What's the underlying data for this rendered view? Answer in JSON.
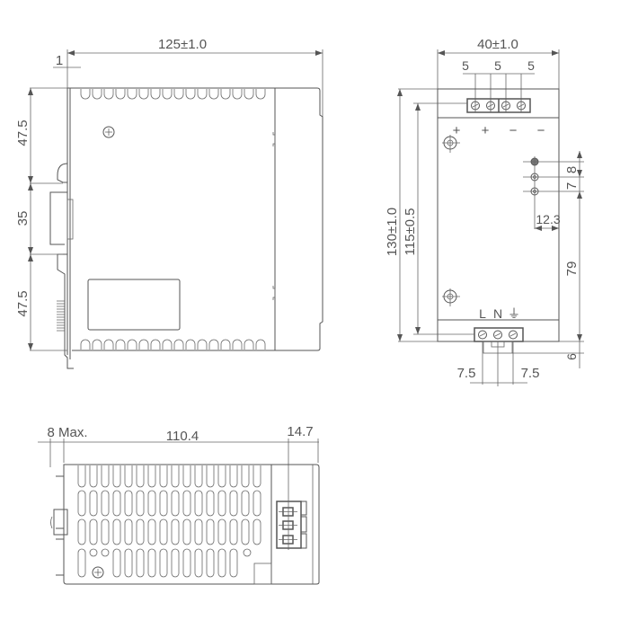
{
  "drawing": {
    "type": "mechanical outline drawing",
    "views": {
      "side_view": {
        "dims": {
          "overall_depth": "125±1.0",
          "rail_clip": "1",
          "top_to_rail": "47.5",
          "rail_width": "35",
          "rail_to_bottom": "47.5"
        }
      },
      "front_view": {
        "dims": {
          "width": "40±1.0",
          "terminal_pitch_1": "5",
          "terminal_pitch_2": "5",
          "terminal_pitch_3": "5",
          "overall_height": "130±1.0",
          "terminal_span": "115±0.5",
          "led_pitch_1": "8",
          "led_pitch_2": "7",
          "led_offset": "12.3",
          "led_to_bottom": "79",
          "bottom_offset": "6",
          "input_pitch_left": "7.5",
          "input_pitch_right": "7.5"
        },
        "output_labels": [
          "+",
          "+",
          "−",
          "−"
        ],
        "input_labels": [
          "L",
          "N",
          "⏚"
        ]
      },
      "top_view": {
        "dims": {
          "clip_max": "8 Max.",
          "body_length": "110.4",
          "terminal_offset": "14.7"
        }
      }
    },
    "colors": {
      "line": "#555555",
      "background": "#ffffff"
    }
  }
}
